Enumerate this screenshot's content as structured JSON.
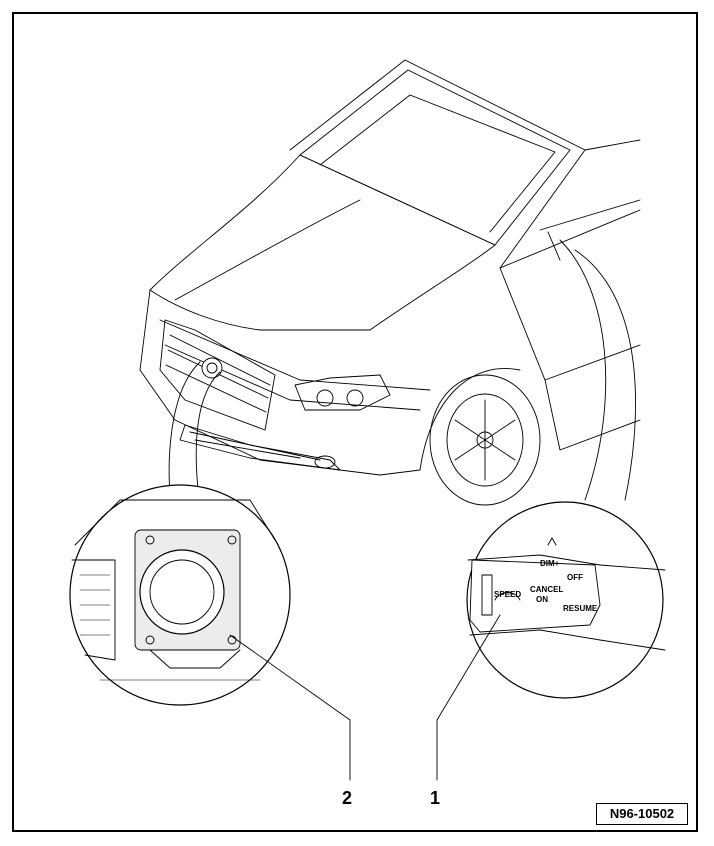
{
  "callouts": {
    "label_1": "1",
    "label_2": "2"
  },
  "figure_id": "N96-10502",
  "stalk_labels": {
    "dim_plus": "DIM+",
    "off": "OFF",
    "cancel": "CANCEL",
    "on": "ON",
    "set_speed": "SPEED",
    "resume": "RESUME"
  },
  "colors": {
    "line": "#000000",
    "background": "#ffffff",
    "detail_shade": "#d8d8d8"
  }
}
